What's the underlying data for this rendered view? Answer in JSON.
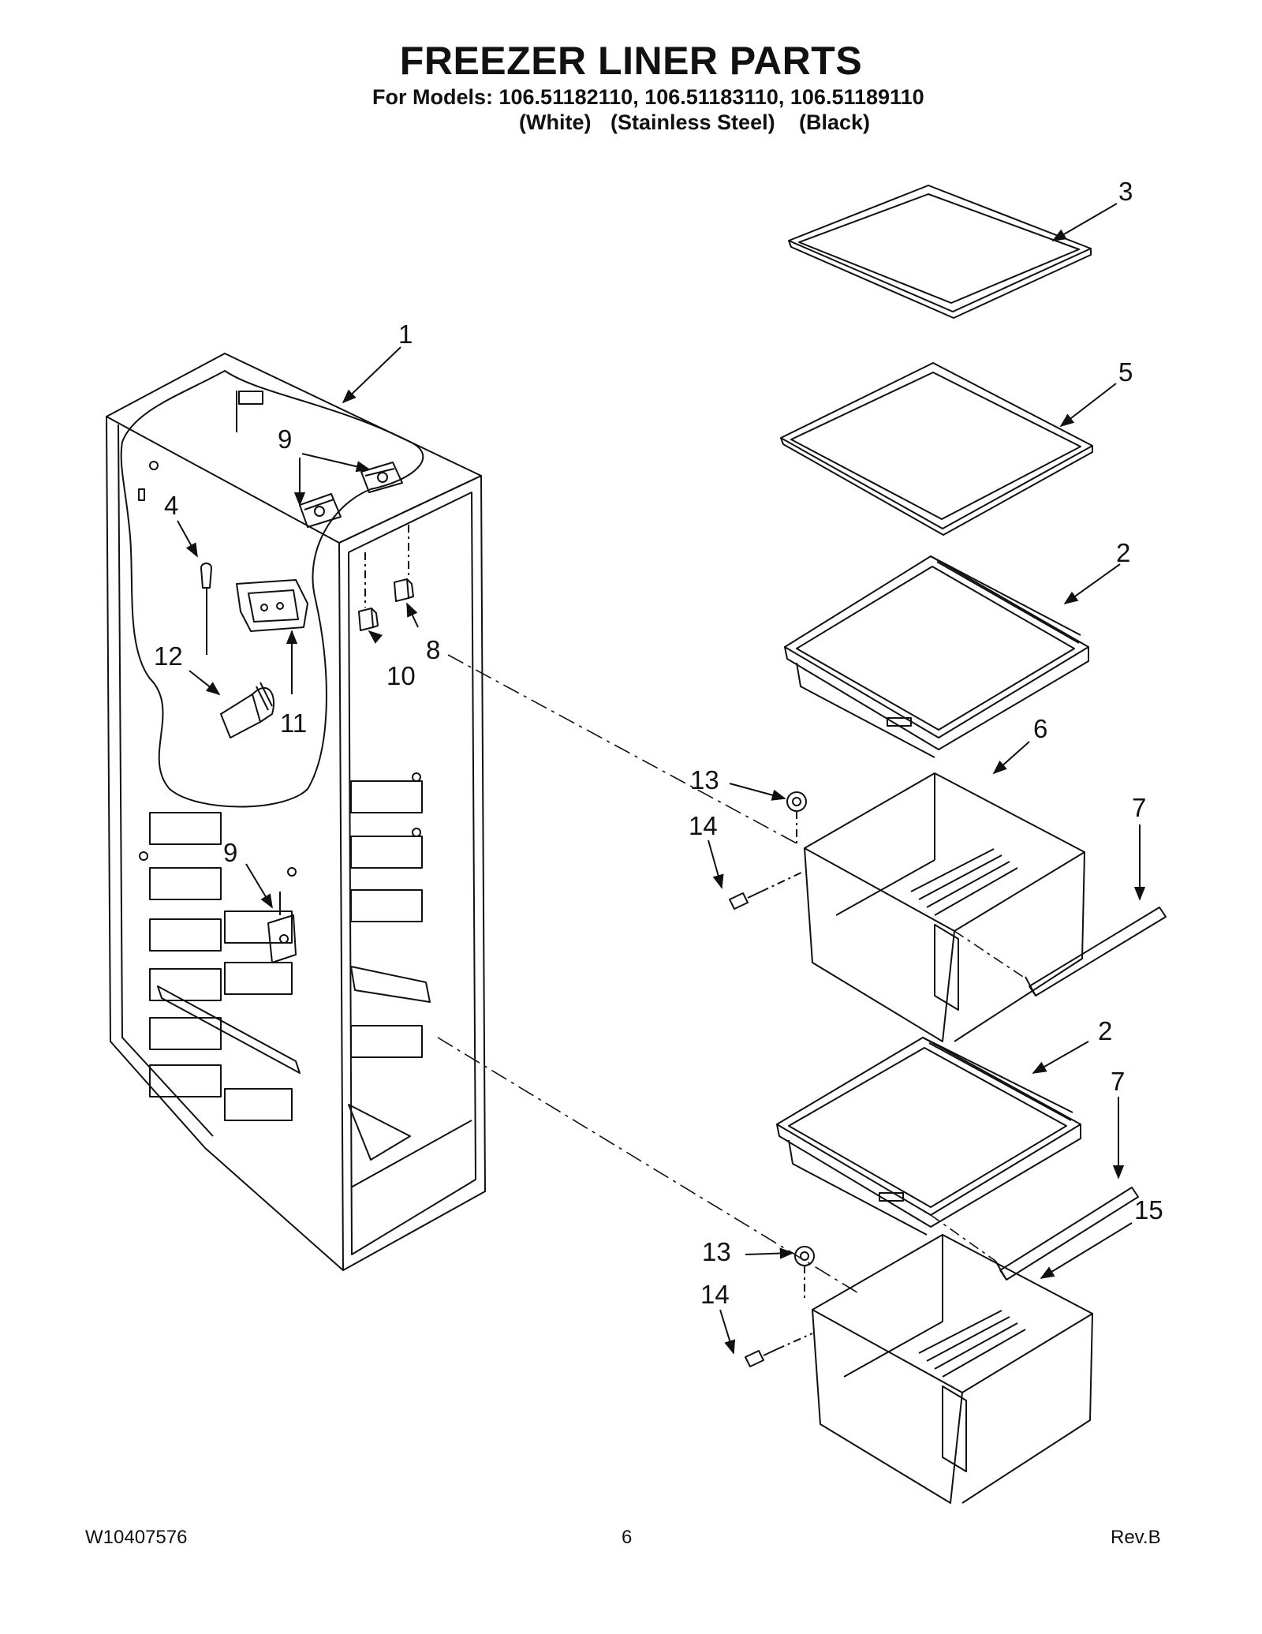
{
  "header": {
    "title": "FREEZER LINER PARTS",
    "models_line": "For Models: 106.51182110, 106.51183110, 106.51189110",
    "finishes": [
      "(White)",
      "(Stainless Steel)",
      "(Black)"
    ]
  },
  "diagram": {
    "callouts": [
      "1",
      "2",
      "3",
      "4",
      "5",
      "6",
      "7",
      "8",
      "9",
      "10",
      "11",
      "12",
      "13",
      "14",
      "15"
    ]
  },
  "footer": {
    "doc_number": "W10407576",
    "page_number": "6",
    "revision": "Rev.B"
  }
}
